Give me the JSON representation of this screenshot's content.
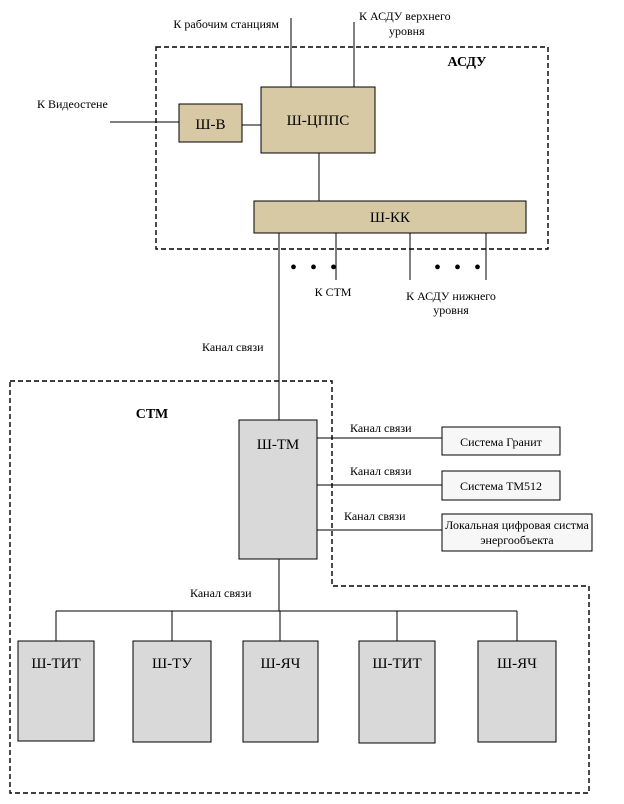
{
  "regions": {
    "asdu": "АСДУ",
    "stm": "СТМ"
  },
  "blocks": {
    "sh_v": "Ш-В",
    "sh_cpps": "Ш-ЦППС",
    "sh_kk": "Ш-КК",
    "sh_tm": "Ш-ТМ",
    "sh_tit_1": "Ш-ТИТ",
    "sh_tu": "Ш-ТУ",
    "sh_yach_1": "Ш-ЯЧ",
    "sh_tit_2": "Ш-ТИТ",
    "sh_yach_2": "Ш-ЯЧ"
  },
  "systems": {
    "granit": "Система Гранит",
    "tm512": "Система ТМ512",
    "local_line1": "Локальная цифровая систма",
    "local_line2": "энергообъекта"
  },
  "labels": {
    "to_workstations": "К рабочим станциям",
    "to_asdu_upper_line1": "К АСДУ верхнего",
    "to_asdu_upper_line2": "уровня",
    "to_videowall": "К Видеостене",
    "to_stm": "К СТМ",
    "to_asdu_lower_line1": "К АСДУ нижнего",
    "to_asdu_lower_line2": "уровня",
    "ellipsis_left": "• • •",
    "ellipsis_right": "• • •",
    "channel_main": "Канал связи",
    "channel_granit": "Канал связи",
    "channel_tm512": "Канал связи",
    "channel_local": "Канал связи",
    "channel_bus": "Канал связи"
  }
}
